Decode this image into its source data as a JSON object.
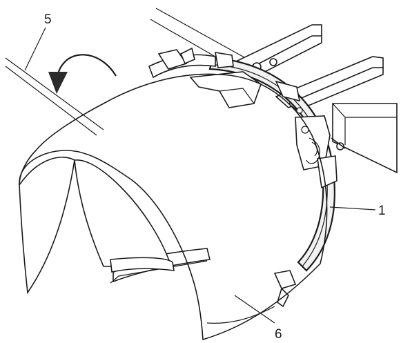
{
  "callouts": {
    "arm": "5",
    "hoop": "1",
    "fabric": "6"
  },
  "arrow": {
    "direction": "counterclockwise"
  },
  "colors": {
    "fabric_fill": "#cfcfcf",
    "outline": "#1a1a1a",
    "background": "#ffffff"
  }
}
